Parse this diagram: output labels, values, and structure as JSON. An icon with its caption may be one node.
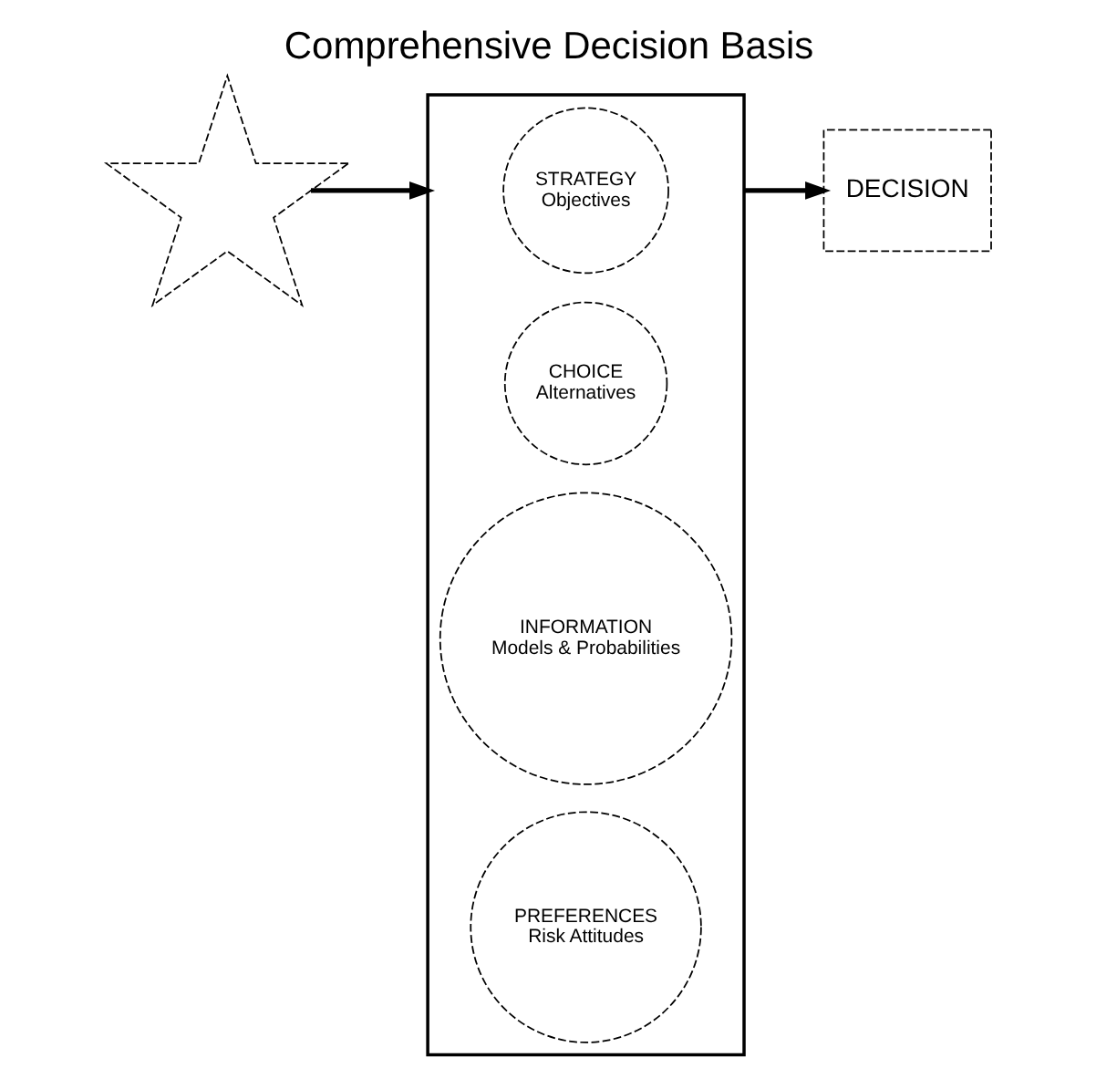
{
  "diagram": {
    "title": "Comprehensive Decision Basis",
    "nodes": [
      {
        "text": [],
        "shape": "burst"
      },
      {
        "text": [],
        "shape": "box"
      },
      {
        "text": [
          "STRATEGY",
          "Objectives"
        ],
        "in": 1
      },
      {
        "text": [
          "CHOICE",
          "Alternatives"
        ],
        "in": 1
      },
      {
        "text": [
          "INFORMATION",
          "Models & Probabilities"
        ],
        "in": 1
      },
      {
        "text": [
          "PREFERENCES",
          "Risk Attitudes"
        ],
        "in": 1
      },
      {
        "text": [
          "DECISION"
        ]
      }
    ],
    "edges": [
      {
        "from": 0,
        "to": 1,
        "arrow": "to"
      },
      {
        "from": 1,
        "to": 6,
        "arrow": "to"
      }
    ]
  }
}
